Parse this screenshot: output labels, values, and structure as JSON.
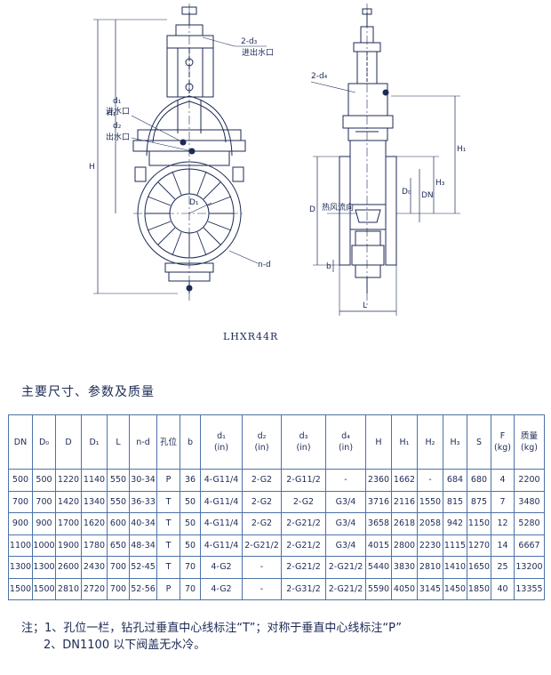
{
  "drawing": {
    "model": "LHXR44R",
    "labels": {
      "d3_front": "2-d₃",
      "d3_side": "2-d₄",
      "water_in_top": "进出水口",
      "d1": "d₁",
      "water_in": "进水口",
      "d2": "d₂",
      "water_out": "出水口",
      "H": "H",
      "H1_front": "H₁",
      "H1_side": "H₁",
      "H3": "H₃",
      "D": "D",
      "DN": "DN",
      "D0": "D₀",
      "D1": "D₁",
      "nd": "n-d",
      "flow": "热风流向",
      "b": "b",
      "L": "L"
    }
  },
  "section_title": "主要尺寸、参数及质量",
  "table": {
    "headers": [
      {
        "l1": "DN",
        "l2": ""
      },
      {
        "l1": "D₀",
        "l2": ""
      },
      {
        "l1": "D",
        "l2": ""
      },
      {
        "l1": "D₁",
        "l2": ""
      },
      {
        "l1": "L",
        "l2": ""
      },
      {
        "l1": "n-d",
        "l2": ""
      },
      {
        "l1": "孔位",
        "l2": ""
      },
      {
        "l1": "b",
        "l2": ""
      },
      {
        "l1": "d₁",
        "l2": "(in)"
      },
      {
        "l1": "d₂",
        "l2": "(in)"
      },
      {
        "l1": "d₃",
        "l2": "(in)"
      },
      {
        "l1": "d₄",
        "l2": "(in)"
      },
      {
        "l1": "H",
        "l2": ""
      },
      {
        "l1": "H₁",
        "l2": ""
      },
      {
        "l1": "H₂",
        "l2": ""
      },
      {
        "l1": "H₃",
        "l2": ""
      },
      {
        "l1": "S",
        "l2": ""
      },
      {
        "l1": "F",
        "l2": "(kg)"
      },
      {
        "l1": "质量",
        "l2": "(kg)"
      }
    ],
    "rows": [
      [
        "500",
        "500",
        "1220",
        "1140",
        "550",
        "30-34",
        "P",
        "36",
        "4-G11/4",
        "2-G2",
        "2-G11/2",
        "-",
        "2360",
        "1662",
        "-",
        "684",
        "680",
        "4",
        "2200"
      ],
      [
        "700",
        "700",
        "1420",
        "1340",
        "550",
        "36-33",
        "T",
        "50",
        "4-G11/4",
        "2-G2",
        "2-G2",
        "G3/4",
        "3716",
        "2116",
        "1550",
        "815",
        "875",
        "7",
        "3480"
      ],
      [
        "900",
        "900",
        "1700",
        "1620",
        "600",
        "40-34",
        "T",
        "50",
        "4-G11/4",
        "2-G2",
        "2-G21/2",
        "G3/4",
        "3658",
        "2618",
        "2058",
        "942",
        "1150",
        "12",
        "5280"
      ],
      [
        "1100",
        "1000",
        "1900",
        "1780",
        "650",
        "48-34",
        "T",
        "50",
        "4-G11/4",
        "2-G21/2",
        "2-G21/2",
        "G3/4",
        "4015",
        "2800",
        "2230",
        "1115",
        "1270",
        "14",
        "6667"
      ],
      [
        "1300",
        "1300",
        "2600",
        "2430",
        "700",
        "52-45",
        "T",
        "70",
        "4-G2",
        "-",
        "2-G21/2",
        "2-G21/2",
        "5440",
        "3830",
        "2810",
        "1410",
        "1650",
        "25",
        "13200"
      ],
      [
        "1500",
        "1500",
        "2810",
        "2720",
        "700",
        "52-56",
        "P",
        "70",
        "4-G2",
        "-",
        "2-G31/2",
        "2-G21/2",
        "5590",
        "4050",
        "3145",
        "1450",
        "1850",
        "40",
        "13355"
      ]
    ]
  },
  "notes": {
    "line1": "注；1、孔位一栏，钻孔过垂直中心线标注“T”；对称于垂直中心线标注“P”",
    "line2": "2、DN1100 以下阀盖无水冷。"
  },
  "colors": {
    "ink": "#1c2a55",
    "grid": "#4d73a8"
  }
}
